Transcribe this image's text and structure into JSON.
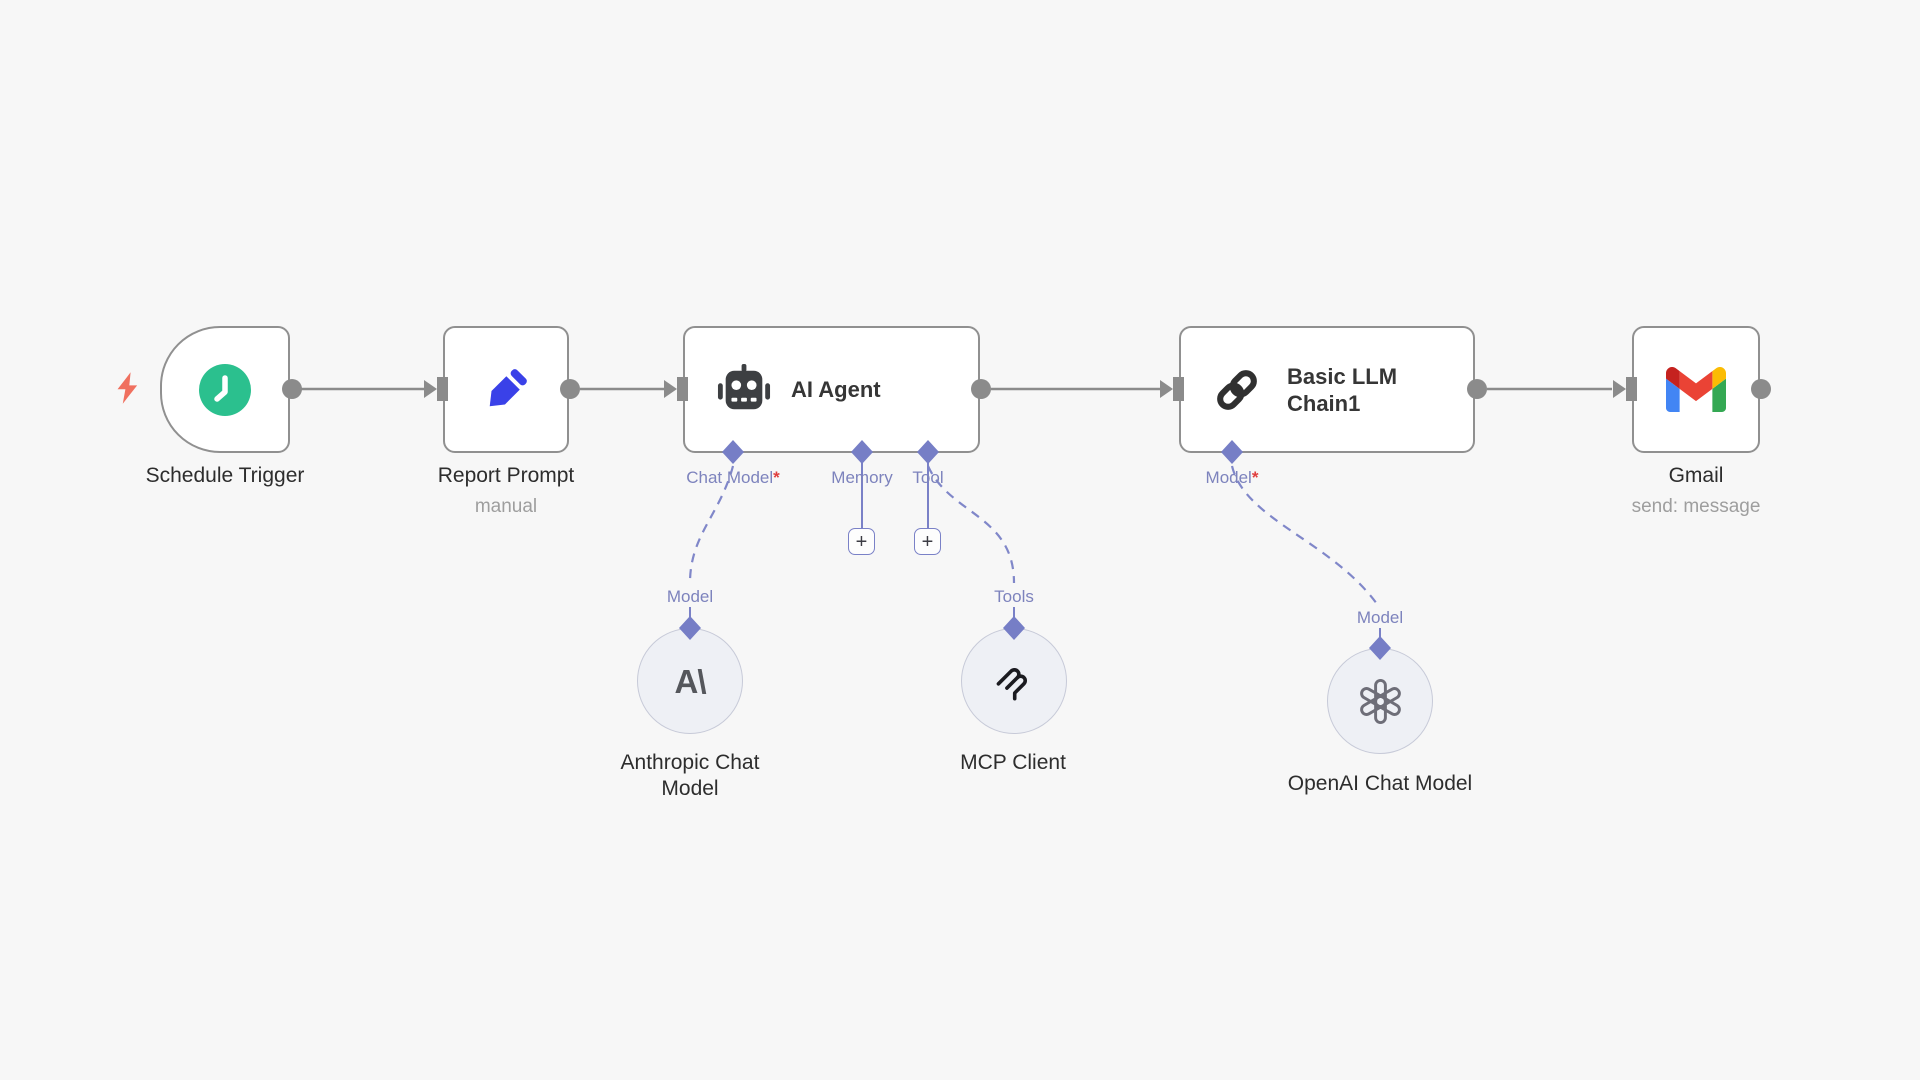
{
  "app": {
    "name": "workflow-editor-canvas"
  },
  "colors": {
    "canvas_bg": "#f7f7f7",
    "node_border": "#909090",
    "wire_gray": "#8b8b8b",
    "port_purple": "#7a81c7",
    "trigger_green": "#2bc08e",
    "pencil_blue": "#3a41e8",
    "bolt_coral": "#f0705f",
    "required_red": "#e03e3e"
  },
  "nodes": {
    "schedule_trigger": {
      "title": "Schedule Trigger"
    },
    "report_prompt": {
      "title": "Report Prompt",
      "subtitle": "manual"
    },
    "ai_agent": {
      "title": "AI Agent",
      "ports": {
        "chat_model": {
          "label": "Chat Model",
          "required": "*"
        },
        "memory": {
          "label": "Memory"
        },
        "tool": {
          "label": "Tool"
        }
      }
    },
    "basic_llm_chain": {
      "title": "Basic LLM Chain1",
      "ports": {
        "model": {
          "label": "Model",
          "required": "*"
        }
      }
    },
    "gmail": {
      "title": "Gmail",
      "subtitle": "send: message"
    },
    "anthropic_chat_model": {
      "title": "Anthropic Chat Model",
      "port_label": "Model",
      "logo_glyph": "A\\"
    },
    "mcp_client": {
      "title": "MCP Client",
      "port_label": "Tools"
    },
    "openai_chat_model": {
      "title": "OpenAI Chat Model",
      "port_label": "Model"
    }
  },
  "ui": {
    "plus": "+"
  }
}
